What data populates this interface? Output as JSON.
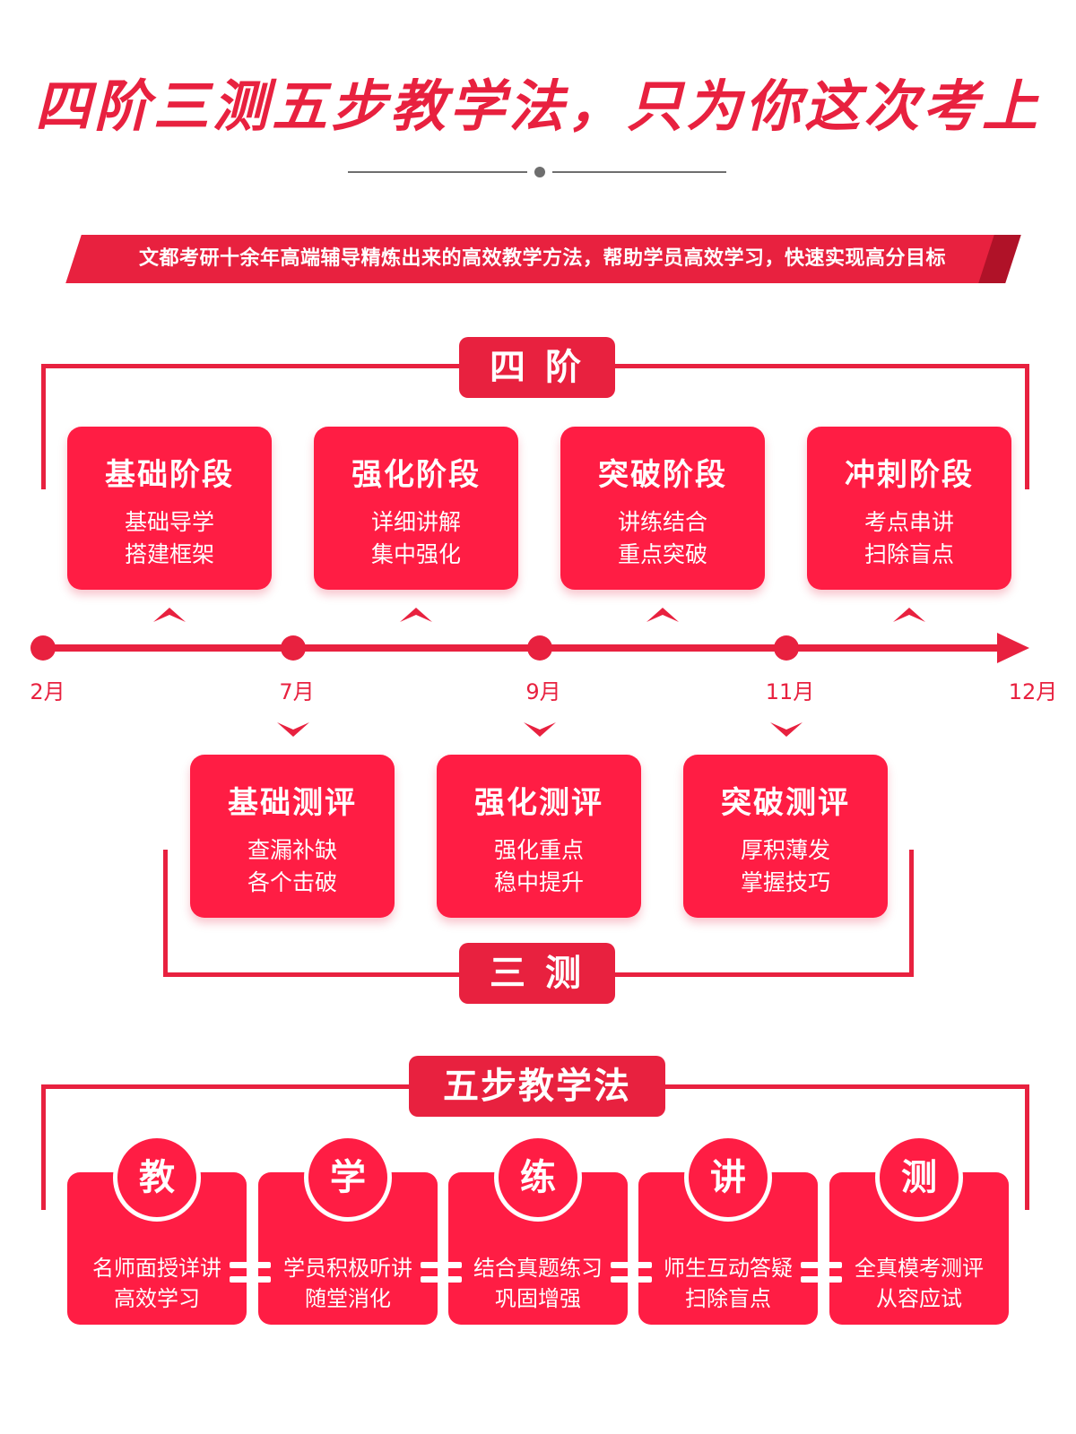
{
  "title": "四阶三测五步教学法，只为你这次考上",
  "banner": "文都考研十余年高端辅导精炼出来的高效教学方法，帮助学员高效学习，快速实现高分目标",
  "four_stages": {
    "header": "四 阶",
    "cards": [
      {
        "title": "基础阶段",
        "line1": "基础导学",
        "line2": "搭建框架"
      },
      {
        "title": "强化阶段",
        "line1": "详细讲解",
        "line2": "集中强化"
      },
      {
        "title": "突破阶段",
        "line1": "讲练结合",
        "line2": "重点突破"
      },
      {
        "title": "冲刺阶段",
        "line1": "考点串讲",
        "line2": "扫除盲点"
      }
    ]
  },
  "timeline": {
    "labels": [
      "2月",
      "7月",
      "9月",
      "11月",
      "12月"
    ]
  },
  "three_tests": {
    "header": "三 测",
    "cards": [
      {
        "title": "基础测评",
        "line1": "查漏补缺",
        "line2": "各个击破"
      },
      {
        "title": "强化测评",
        "line1": "强化重点",
        "line2": "稳中提升"
      },
      {
        "title": "突破测评",
        "line1": "厚积薄发",
        "line2": "掌握技巧"
      }
    ]
  },
  "five_steps": {
    "header": "五步教学法",
    "steps": [
      {
        "char": "教",
        "line1": "名师面授详讲",
        "line2": "高效学习"
      },
      {
        "char": "学",
        "line1": "学员积极听讲",
        "line2": "随堂消化"
      },
      {
        "char": "练",
        "line1": "结合真题练习",
        "line2": "巩固增强"
      },
      {
        "char": "讲",
        "line1": "师生互动答疑",
        "line2": "扫除盲点"
      },
      {
        "char": "测",
        "line1": "全真模考测评",
        "line2": "从容应试"
      }
    ]
  },
  "colors": {
    "accent": "#e8213f",
    "card": "#ff1d44",
    "divider": "#6e6e6e"
  }
}
